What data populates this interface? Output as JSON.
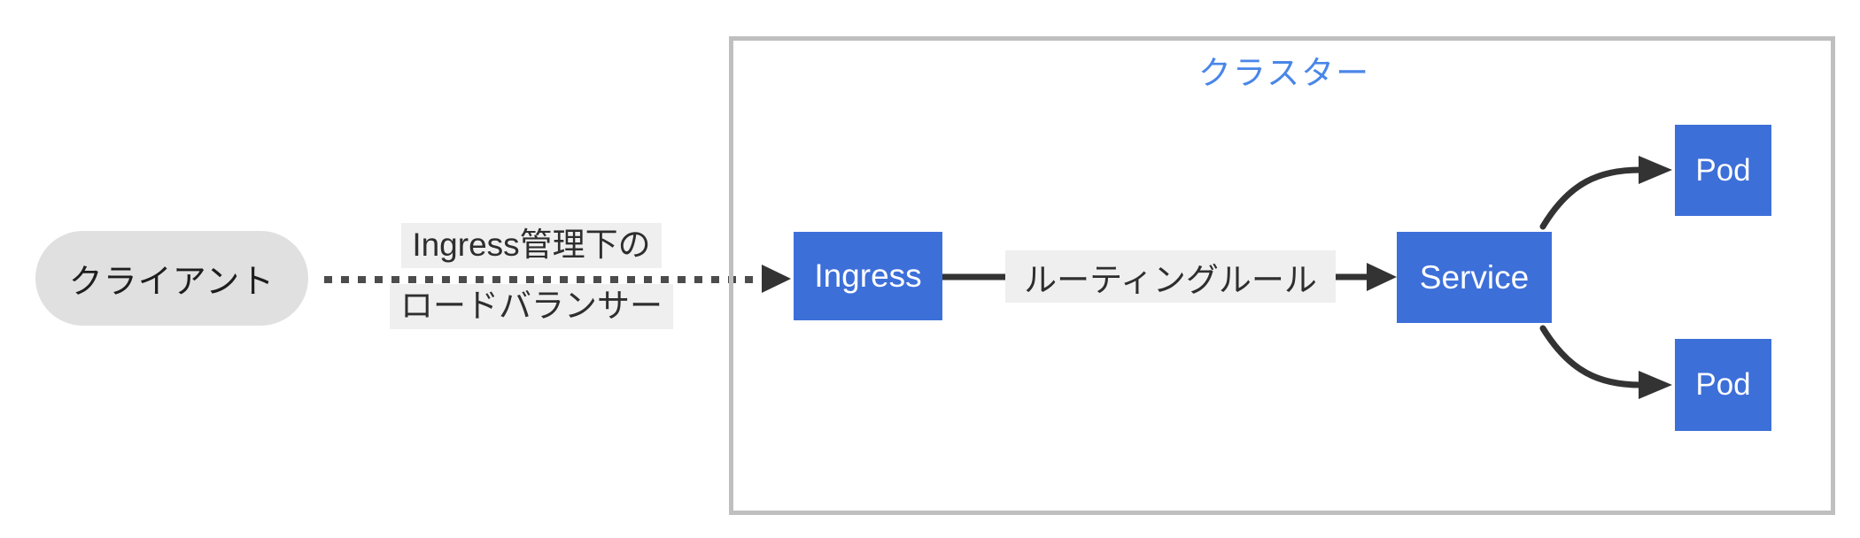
{
  "diagram": {
    "client": {
      "label": "クライアント"
    },
    "ingress_lb_label": {
      "line1": "Ingress管理下の",
      "line2": "ロードバランサー"
    },
    "cluster": {
      "label": "クラスター"
    },
    "nodes": {
      "ingress": {
        "label": "Ingress"
      },
      "service": {
        "label": "Service"
      },
      "pod_top": {
        "label": "Pod"
      },
      "pod_bottom": {
        "label": "Pod"
      }
    },
    "routing_rule_label": "ルーティングルール",
    "colors": {
      "node_fill": "#3d6fd9",
      "node_text": "#ffffff",
      "cluster_border": "#bfbfbf",
      "cluster_label_text": "#4a86e8",
      "client_fill": "#e0e0e0",
      "label_background": "#efefef",
      "label_text": "#2e2e2e",
      "arrow": "#333333"
    }
  }
}
